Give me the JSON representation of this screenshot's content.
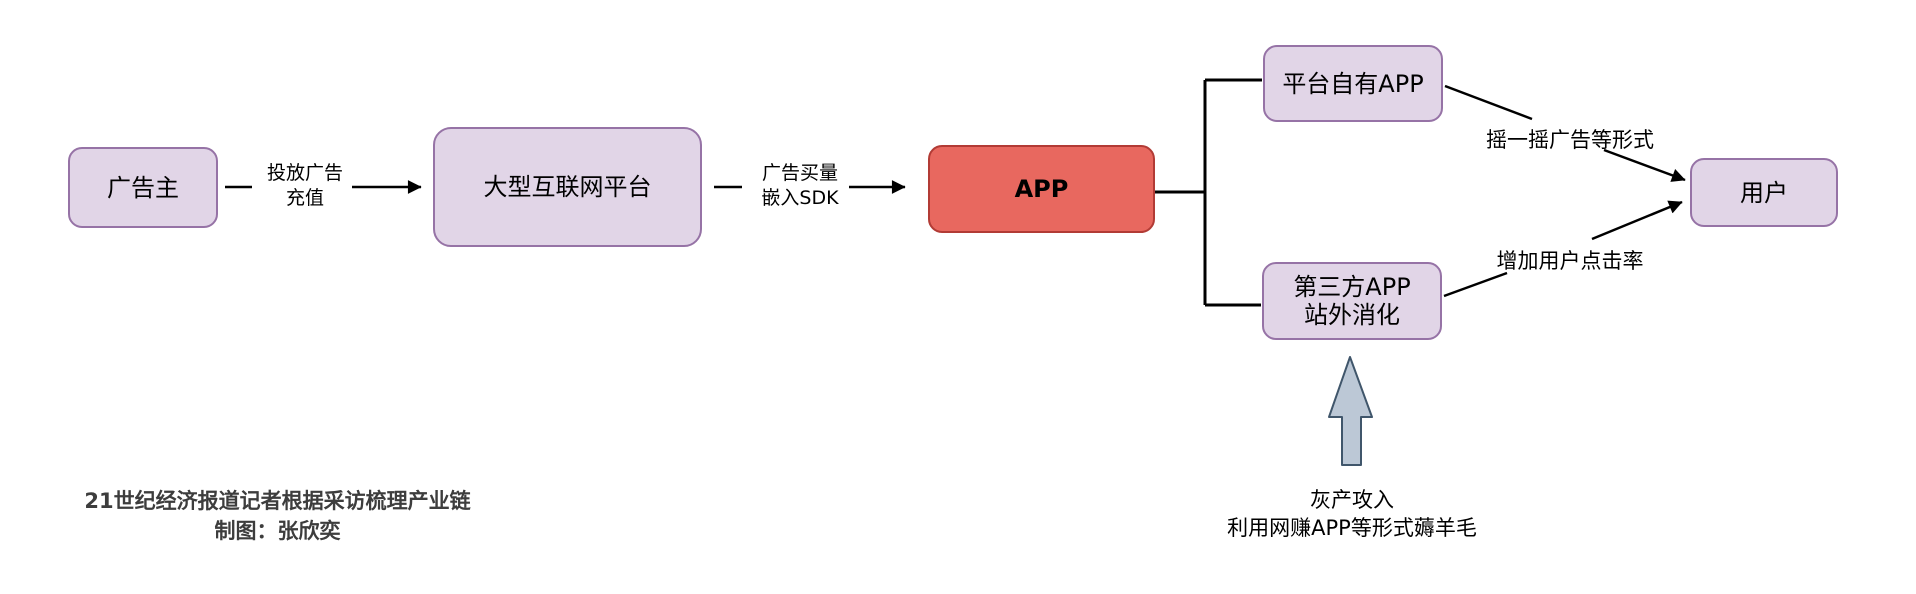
{
  "diagram_type": "flowchart",
  "colors": {
    "background": "#ffffff",
    "node_fill": "#E1D5E7",
    "node_stroke": "#9673A6",
    "app_node_fill": "#E8685F",
    "app_node_stroke": "#B23B35",
    "block_arrow_fill": "#BCC8D6",
    "block_arrow_stroke": "#40566B",
    "edge_color": "#000000",
    "credit_text_color": "#3d3d3d"
  },
  "nodes": {
    "advertiser": {
      "label": "广告主"
    },
    "platform": {
      "label": "大型互联网平台"
    },
    "app": {
      "label": "APP"
    },
    "platform_own_app": {
      "label": "平台自有APP"
    },
    "third_party_app": {
      "line1": "第三方APP",
      "line2": "站外消化"
    },
    "user": {
      "label": "用户"
    }
  },
  "edge_labels": {
    "place_ads": {
      "line1": "投放广告",
      "line2": "充值"
    },
    "buy_traffic": {
      "line1": "广告买量",
      "line2": "嵌入SDK"
    },
    "shake_ads": "摇一摇广告等形式",
    "increase_ctr": "增加用户点击率"
  },
  "annotation": {
    "gray_industry": {
      "line1": "灰产攻入",
      "line2": "利用网赚APP等形式薅羊毛"
    }
  },
  "footer": {
    "credit_line1": "21世纪经济报道记者根据采访梳理产业链",
    "credit_line2": "制图：张欣奕"
  }
}
